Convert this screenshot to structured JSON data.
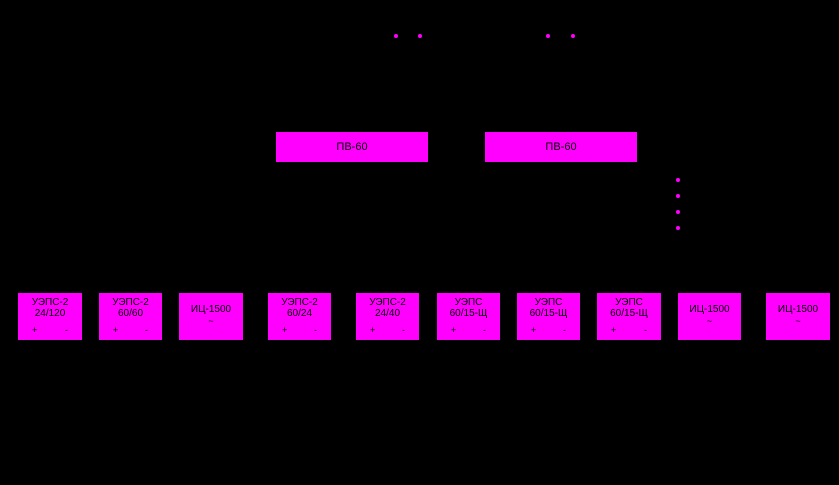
{
  "colors": {
    "background": "#000000",
    "block": "#ff00ff",
    "text": "#000000"
  },
  "top_panels": [
    {
      "label": "ПВ-60"
    },
    {
      "label": "ПВ-60"
    }
  ],
  "units": [
    {
      "name": "УЭПС-2",
      "model": "24/120",
      "terminals": [
        "+",
        "-"
      ]
    },
    {
      "name": "УЭПС-2",
      "model": "60/60",
      "terminals": [
        "+",
        "-"
      ]
    },
    {
      "name": "ИЦ-1500",
      "model": "",
      "terminals": [
        "~"
      ]
    },
    {
      "name": "УЭПС-2",
      "model": "60/24",
      "terminals": [
        "+",
        "-"
      ]
    },
    {
      "name": "УЭПС-2",
      "model": "24/40",
      "terminals": [
        "+",
        "-"
      ]
    },
    {
      "name": "УЭПС",
      "model": "60/15-Щ",
      "terminals": [
        "+",
        "-"
      ]
    },
    {
      "name": "УЭПС",
      "model": "60/15-Щ",
      "terminals": [
        "+",
        "-"
      ]
    },
    {
      "name": "УЭПС",
      "model": "60/15-Щ",
      "terminals": [
        "+",
        "-"
      ]
    },
    {
      "name": "ИЦ-1500",
      "model": "",
      "terminals": [
        "~"
      ]
    },
    {
      "name": "ИЦ-1500",
      "model": "",
      "terminals": [
        "~"
      ]
    }
  ]
}
